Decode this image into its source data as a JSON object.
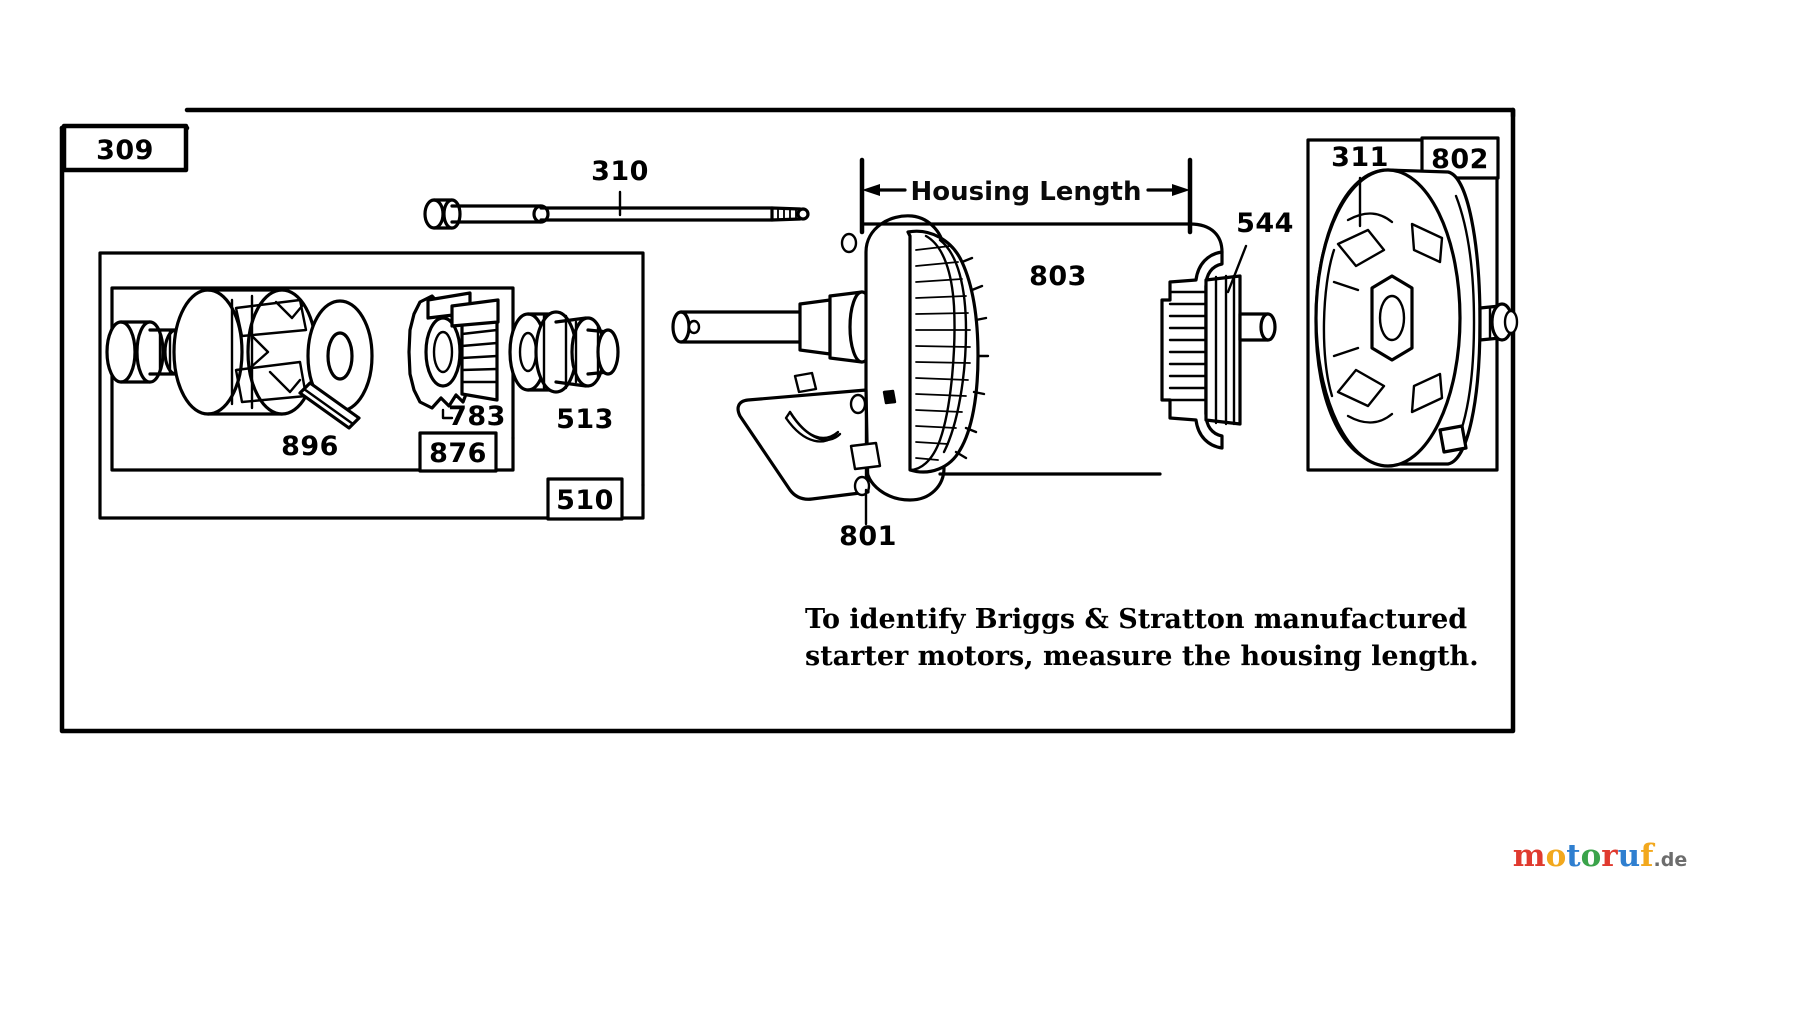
{
  "document": {
    "type": "exploded-parts-diagram",
    "subject": "Briggs & Stratton starter motor",
    "background_color": "#ffffff",
    "line_color": "#000000"
  },
  "figure_number": {
    "label": "309"
  },
  "callouts": [
    {
      "id": "c310",
      "label": "310",
      "part": "through-bolt"
    },
    {
      "id": "c896",
      "label": "896",
      "part": "roll-pin"
    },
    {
      "id": "c783",
      "label": "783",
      "part": "pinion-gear"
    },
    {
      "id": "c876",
      "label": "876",
      "part": "drive-assembly-box"
    },
    {
      "id": "c513",
      "label": "513",
      "part": "drive-nut"
    },
    {
      "id": "c510",
      "label": "510",
      "part": "starter-drive-group"
    },
    {
      "id": "c801",
      "label": "801",
      "part": "drive-end-cap"
    },
    {
      "id": "c803",
      "label": "803",
      "part": "armature-housing"
    },
    {
      "id": "c544",
      "label": "544",
      "part": "brush-holder"
    },
    {
      "id": "c311",
      "label": "311",
      "part": "commutator-end-cap"
    },
    {
      "id": "c802",
      "label": "802",
      "part": "end-cap-group"
    }
  ],
  "dimension": {
    "label": "Housing Length"
  },
  "note": {
    "line1": "To identify Briggs & Stratton manufactured",
    "line2": "starter motors, measure the housing length."
  },
  "watermark": {
    "name": "motoruf",
    "suffix": ".de",
    "colors": {
      "m": "#e03a2f",
      "o1": "#f2a81d",
      "t": "#2f7fd0",
      "o2": "#3aa34a",
      "r": "#e03a2f",
      "u": "#2f7fd0",
      "f": "#f2a81d",
      "de": "#8c8c8c"
    }
  }
}
